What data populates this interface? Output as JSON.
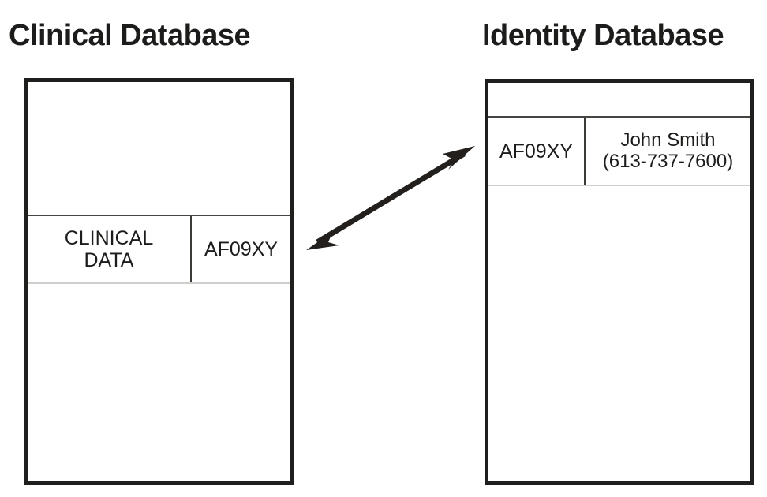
{
  "figure": {
    "background_color": "#ffffff",
    "ink_color": "#1c1c1a"
  },
  "databases": [
    {
      "id": "clinical",
      "title": "Clinical Database",
      "record": {
        "key_label": "CLINICAL\nDATA",
        "value_label": "AF09XY"
      }
    },
    {
      "id": "identity",
      "title": "Identity Database",
      "record": {
        "key_label": "AF09XY",
        "value_label": "John Smith\n(613-737-7600)"
      }
    }
  ],
  "link": {
    "name": "bidirectional-link-arrow",
    "direction": "both",
    "color": "#231f1c"
  }
}
